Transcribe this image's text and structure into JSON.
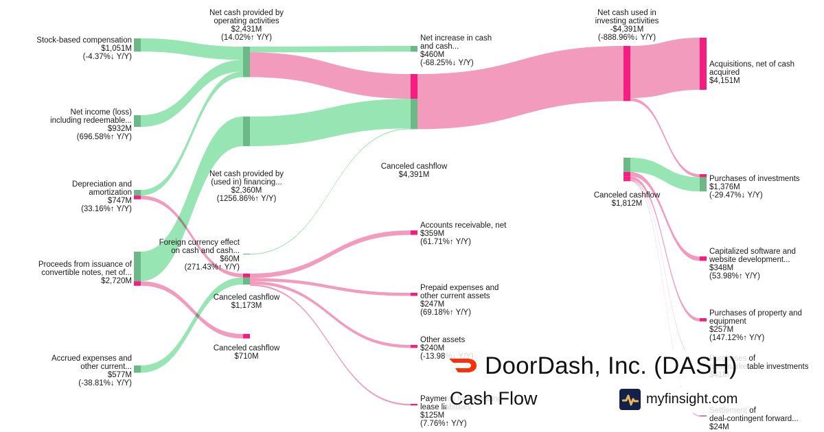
{
  "header": {
    "company": "DoorDash, Inc. (DASH)",
    "subtitle": "Cash Flow",
    "site": "myfinsight.com",
    "logo_icon": "doordash-logo-icon",
    "site_icon": "pulse-line-icon"
  },
  "colors": {
    "positive_node": "#6cb886",
    "positive_link": "#98e5b4",
    "negative_node": "#f51d7f",
    "negative_link": "#f39bbd",
    "positive_text": "#6cc08b",
    "negative_text": "#f0197d",
    "brand_red": "#ff3008",
    "site_badge": "#13214a",
    "site_pulse": "#e7b657"
  },
  "chart_data": {
    "type": "sankey",
    "title": "DoorDash, Inc. (DASH) Cash Flow",
    "unit": "USD millions",
    "nodes": [
      {
        "id": "sbc",
        "label": [
          "Stock-based compensation"
        ],
        "value_text": "$1,051M",
        "value": 1051,
        "yoy": "(-4.37%↓ Y/Y)",
        "yoy_dir": "down",
        "column": 0
      },
      {
        "id": "ni",
        "label": [
          "Net income (loss)",
          "including redeemable..."
        ],
        "value_text": "$932M",
        "value": 932,
        "yoy": "(696.58%↑ Y/Y)",
        "yoy_dir": "up",
        "column": 0
      },
      {
        "id": "da",
        "label": [
          "Depreciation and",
          "amortization"
        ],
        "value_text": "$747M",
        "value": 747,
        "yoy": "(33.16%↑ Y/Y)",
        "yoy_dir": "up",
        "column": 0
      },
      {
        "id": "conv",
        "label": [
          "Proceeds from issuance of",
          "convertible notes, net of..."
        ],
        "value_text": "$2,720M",
        "value": 2720,
        "yoy": "",
        "yoy_dir": "up",
        "column": 0
      },
      {
        "id": "accr",
        "label": [
          "Accrued expenses and",
          "other current..."
        ],
        "value_text": "$577M",
        "value": 577,
        "yoy": "(-38.81%↓ Y/Y)",
        "yoy_dir": "down",
        "column": 0
      },
      {
        "id": "ops",
        "label": [
          "Net cash provided by",
          "operating activities"
        ],
        "value_text": "$2,431M",
        "value": 2431,
        "yoy": "(14.02%↑ Y/Y)",
        "yoy_dir": "up",
        "column": 1
      },
      {
        "id": "fin",
        "label": [
          "Net cash provided by",
          "(used in) financing..."
        ],
        "value_text": "$2,360M",
        "value": 2360,
        "yoy": "(1256.86%↑ Y/Y)",
        "yoy_dir": "up",
        "column": 1
      },
      {
        "id": "fx",
        "label": [
          "Foreign currency effect",
          "on cash and cash..."
        ],
        "value_text": "$60M",
        "value": 60,
        "yoy": "(271.43%↑ Y/Y)",
        "yoy_dir": "up",
        "column": 1
      },
      {
        "id": "cc1173",
        "label": [
          "Canceled cashflow"
        ],
        "value_text": "$1,173M",
        "value": 1173,
        "yoy": "",
        "yoy_dir": "down",
        "column": 1
      },
      {
        "id": "cc710",
        "label": [
          "Canceled cashflow"
        ],
        "value_text": "$710M",
        "value": 710,
        "yoy": "",
        "yoy_dir": "down",
        "column": 1
      },
      {
        "id": "netinc",
        "label": [
          "Net increase in cash",
          "and cash..."
        ],
        "value_text": "$460M",
        "value": 460,
        "yoy": "(-68.25%↓ Y/Y)",
        "yoy_dir": "down",
        "column": 2
      },
      {
        "id": "cc4391",
        "label": [
          "Canceled cashflow"
        ],
        "value_text": "$4,391M",
        "value": 4391,
        "yoy": "",
        "yoy_dir": "down",
        "column": 2
      },
      {
        "id": "ar",
        "label": [
          "Accounts receivable, net"
        ],
        "value_text": "$359M",
        "value": 359,
        "yoy": "(61.71%↑ Y/Y)",
        "yoy_dir": "up",
        "column": 2
      },
      {
        "id": "prep",
        "label": [
          "Prepaid expenses and",
          "other current assets"
        ],
        "value_text": "$247M",
        "value": 247,
        "yoy": "(69.18%↑ Y/Y)",
        "yoy_dir": "up",
        "column": 2
      },
      {
        "id": "oth",
        "label": [
          "Other assets"
        ],
        "value_text": "$240M",
        "value": 240,
        "yoy": "(-13.98%↓ Y/Y)",
        "yoy_dir": "down",
        "column": 2
      },
      {
        "id": "lease",
        "label": [
          "Payments for operating",
          "lease liabilities"
        ],
        "value_text": "$125M",
        "value": 125,
        "yoy": "(7.76%↑ Y/Y)",
        "yoy_dir": "up",
        "column": 2
      },
      {
        "id": "inv",
        "label": [
          "Net cash used in",
          "investing activities"
        ],
        "value_text": "-$4,391M",
        "value": -4391,
        "yoy": "(-888.96%↓ Y/Y)",
        "yoy_dir": "down",
        "column": 3
      },
      {
        "id": "cc1812",
        "label": [
          "Canceled cashflow"
        ],
        "value_text": "$1,812M",
        "value": 1812,
        "yoy": "",
        "yoy_dir": "up",
        "column": 3
      },
      {
        "id": "acq",
        "label": [
          "Acquisitions, net of cash",
          "acquired"
        ],
        "value_text": "$4,151M",
        "value": 4151,
        "yoy": "",
        "yoy_dir": "down",
        "column": 4
      },
      {
        "id": "pinv",
        "label": [
          "Purchases of investments"
        ],
        "value_text": "$1,376M",
        "value": 1376,
        "yoy": "(-29.47%↓ Y/Y)",
        "yoy_dir": "down",
        "column": 4
      },
      {
        "id": "capsw",
        "label": [
          "Capitalized software and",
          "website development..."
        ],
        "value_text": "$348M",
        "value": 348,
        "yoy": "(53.98%↑ Y/Y)",
        "yoy_dir": "up",
        "column": 4
      },
      {
        "id": "ppe",
        "label": [
          "Purchases of property and",
          "equipment"
        ],
        "value_text": "$257M",
        "value": 257,
        "yoy": "(147.12%↑ Y/Y)",
        "yoy_dir": "up",
        "column": 4
      },
      {
        "id": "nonmkt",
        "label": [
          "Purchases of",
          "non-marketable investments"
        ],
        "value_text": "$41M",
        "value": 41,
        "yoy": "",
        "yoy_dir": "down",
        "column": 4
      },
      {
        "id": "fwd",
        "label": [
          "Settlement of",
          "deal-contingent forward..."
        ],
        "value_text": "$24M",
        "value": 24,
        "yoy": "",
        "yoy_dir": "down",
        "column": 4
      }
    ],
    "links": [
      {
        "source": "sbc",
        "target": "ops",
        "value": 1051,
        "kind": "pos"
      },
      {
        "source": "ni",
        "target": "ops",
        "value": 932,
        "kind": "pos"
      },
      {
        "source": "da",
        "target": "ops",
        "value": 448,
        "kind": "pos"
      },
      {
        "source": "da",
        "target": "cc1173",
        "value": 299,
        "kind": "neg"
      },
      {
        "source": "conv",
        "target": "fin",
        "value": 2360,
        "kind": "pos"
      },
      {
        "source": "conv",
        "target": "cc710",
        "value": 360,
        "kind": "neg"
      },
      {
        "source": "accr",
        "target": "cc1173",
        "value": 577,
        "kind": "pos"
      },
      {
        "source": "ops",
        "target": "netinc",
        "value": 460,
        "kind": "pos"
      },
      {
        "source": "ops",
        "target": "cc4391",
        "value": 1971,
        "kind": "neg"
      },
      {
        "source": "fin",
        "target": "cc4391",
        "value": 2360,
        "kind": "pos"
      },
      {
        "source": "fx",
        "target": "cc4391",
        "value": 60,
        "kind": "pos"
      },
      {
        "source": "cc1173",
        "target": "ar",
        "value": 359,
        "kind": "neg"
      },
      {
        "source": "cc1173",
        "target": "prep",
        "value": 247,
        "kind": "neg"
      },
      {
        "source": "cc1173",
        "target": "oth",
        "value": 240,
        "kind": "neg"
      },
      {
        "source": "cc1173",
        "target": "lease",
        "value": 125,
        "kind": "neg"
      },
      {
        "source": "cc4391",
        "target": "inv",
        "value": 4391,
        "kind": "neg"
      },
      {
        "source": "inv",
        "target": "acq",
        "value": 4151,
        "kind": "neg"
      },
      {
        "source": "inv",
        "target": "pinv",
        "value": 240,
        "kind": "neg"
      },
      {
        "source": "cc1812",
        "target": "pinv",
        "value": 1136,
        "kind": "pos"
      },
      {
        "source": "cc1812",
        "target": "capsw",
        "value": 348,
        "kind": "neg"
      },
      {
        "source": "cc1812",
        "target": "ppe",
        "value": 257,
        "kind": "neg"
      },
      {
        "source": "cc1812",
        "target": "nonmkt",
        "value": 41,
        "kind": "neg"
      },
      {
        "source": "cc1812",
        "target": "fwd",
        "value": 24,
        "kind": "neg"
      }
    ]
  }
}
